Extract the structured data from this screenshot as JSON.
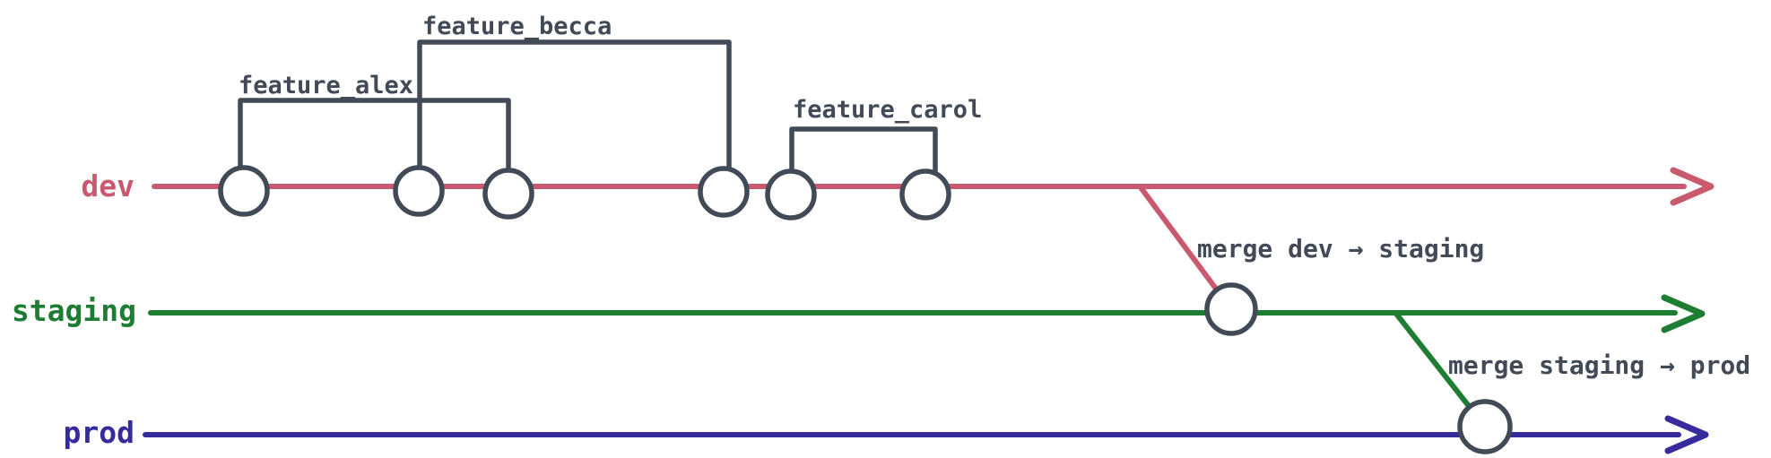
{
  "ink": "#414a56",
  "background": "#ffffff",
  "branches": [
    {
      "name": "dev",
      "color": "#c9596f"
    },
    {
      "name": "staging",
      "color": "#1d7d33"
    },
    {
      "name": "prod",
      "color": "#352b9d"
    }
  ],
  "feature_branches": [
    {
      "name": "feature_alex"
    },
    {
      "name": "feature_becca"
    },
    {
      "name": "feature_carol"
    }
  ],
  "merges": [
    {
      "label": "merge dev → staging"
    },
    {
      "label": "merge staging → prod"
    }
  ],
  "commit_counts": {
    "dev": 6,
    "staging": 1,
    "prod": 1
  }
}
